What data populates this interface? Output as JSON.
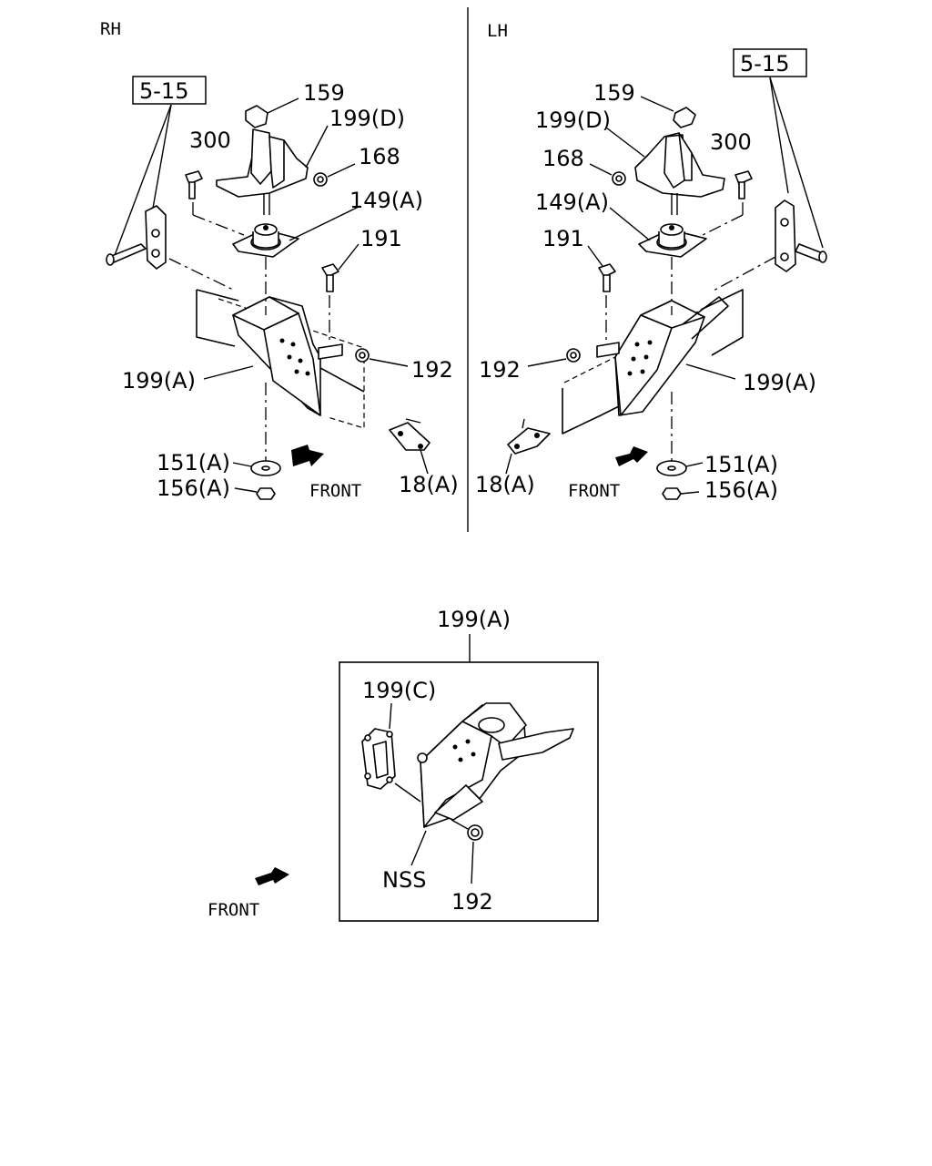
{
  "sides": {
    "right": "RH",
    "left": "LH"
  },
  "refs": {
    "rh": "5-15",
    "lh": "5-15"
  },
  "front": {
    "rh": "FRONT",
    "lh": "FRONT",
    "detail": "FRONT"
  },
  "rh": {
    "p159": "159",
    "p199d": "199(D)",
    "p300": "300",
    "p168": "168",
    "p149a": "149(A)",
    "p191": "191",
    "p192": "192",
    "p199a": "199(A)",
    "p151a": "151(A)",
    "p156a": "156(A)",
    "p18a": "18(A)"
  },
  "lh": {
    "p159": "159",
    "p199d": "199(D)",
    "p168": "168",
    "p300": "300",
    "p149a": "149(A)",
    "p191": "191",
    "p192": "192",
    "p199a": "199(A)",
    "p151a": "151(A)",
    "p156a": "156(A)",
    "p18a": "18(A)"
  },
  "detail": {
    "title": "199(A)",
    "p199c": "199(C)",
    "nss": "NSS",
    "p192": "192"
  }
}
